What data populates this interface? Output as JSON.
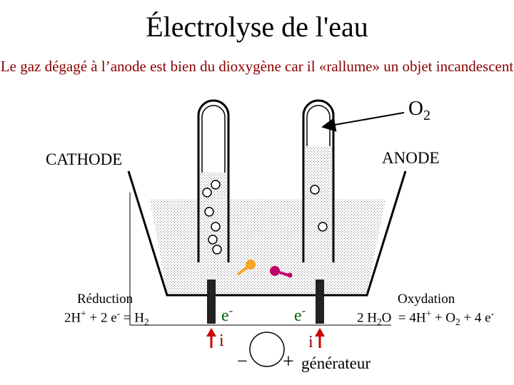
{
  "title": "Électrolyse de l'eau",
  "subtitle": "Le gaz dégagé à l’anode est bien du dioxygène car il «rallume» un objet incandescent",
  "labels": {
    "cathode": "CATHODE",
    "anode": "ANODE",
    "o2_main": "O",
    "o2_sub": "2",
    "reduction": "Réduction",
    "oxidation": "Oxydation",
    "electron_base": "e",
    "electron_sup": "-",
    "current": "i",
    "minus": "−",
    "plus": "+",
    "generator": "générateur"
  },
  "reduction_eq": {
    "p1": "2H",
    "s1": "+",
    "p2": " + 2 e",
    "s2": "-",
    "p3": " = H",
    "sub": "2"
  },
  "oxidation_eq": {
    "p1": "2 H",
    "sub1": "2",
    "p2": "O  = 4H",
    "s1": "+",
    "p3": " + O",
    "sub2": "2",
    "p4": " + 4 e",
    "s2": "-"
  },
  "colors": {
    "subtitle": "#8b0000",
    "electron": "#006400",
    "current_arrow": "#cc0000",
    "molecule_orange": "#f5a623",
    "molecule_magenta": "#c0006a",
    "water_fill": "#e6e6e6"
  }
}
